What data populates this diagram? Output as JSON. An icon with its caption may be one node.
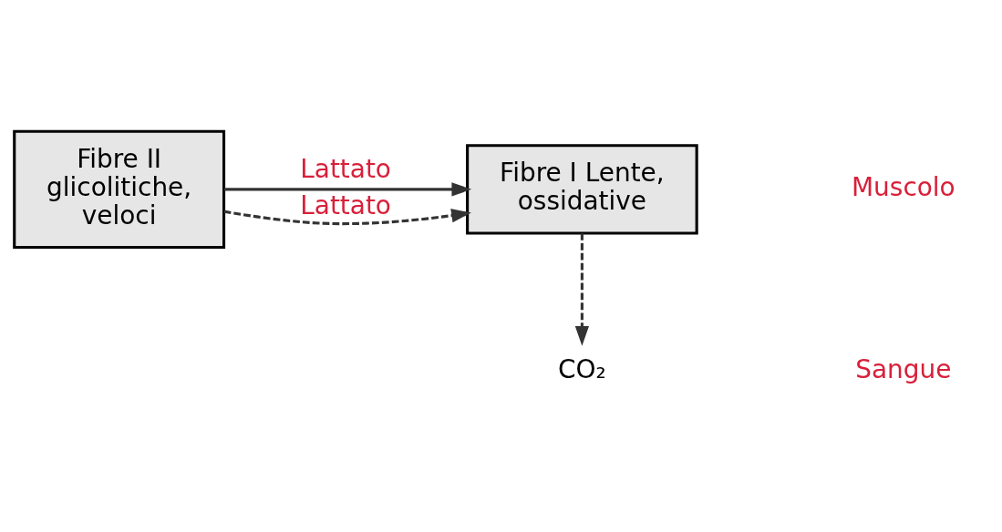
{
  "diagram": {
    "nodes": [
      {
        "text": [
          "Fibre II glicolitiche, veloci"
        ]
      },
      {
        "text": [
          "Fibre I Lente, ossidative"
        ]
      },
      {
        "text": [
          "CO₂"
        ]
      }
    ],
    "edges": [
      {
        "from": 0,
        "to": 1,
        "arrow": "to",
        "label": "Lattato"
      },
      {
        "from": 0,
        "to": 1,
        "arrow": "to",
        "label": "Lattato",
        "style": "dashed"
      },
      {
        "from": 1,
        "to": 2,
        "arrow": "to",
        "style": "dashed"
      }
    ],
    "labels": [
      "Muscolo",
      "Sangue"
    ]
  }
}
